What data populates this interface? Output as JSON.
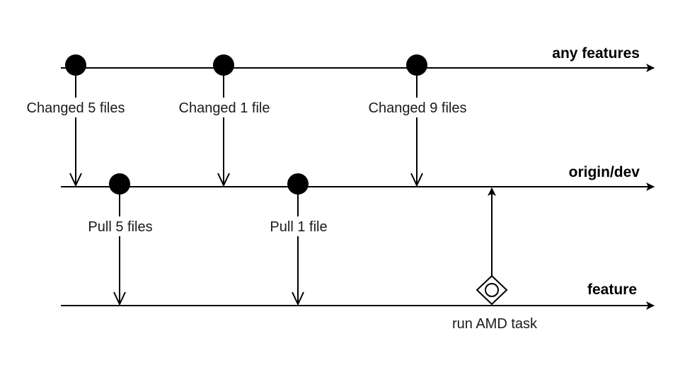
{
  "lanes": {
    "any_features": "any features",
    "origin_dev": "origin/dev",
    "feature": "feature"
  },
  "edges": {
    "changed_5": "Changed 5 files",
    "changed_1": "Changed 1 file",
    "changed_9": "Changed 9 files",
    "pull_5": "Pull 5 files",
    "pull_1": "Pull 1 file",
    "run_amd": "run AMD task"
  }
}
